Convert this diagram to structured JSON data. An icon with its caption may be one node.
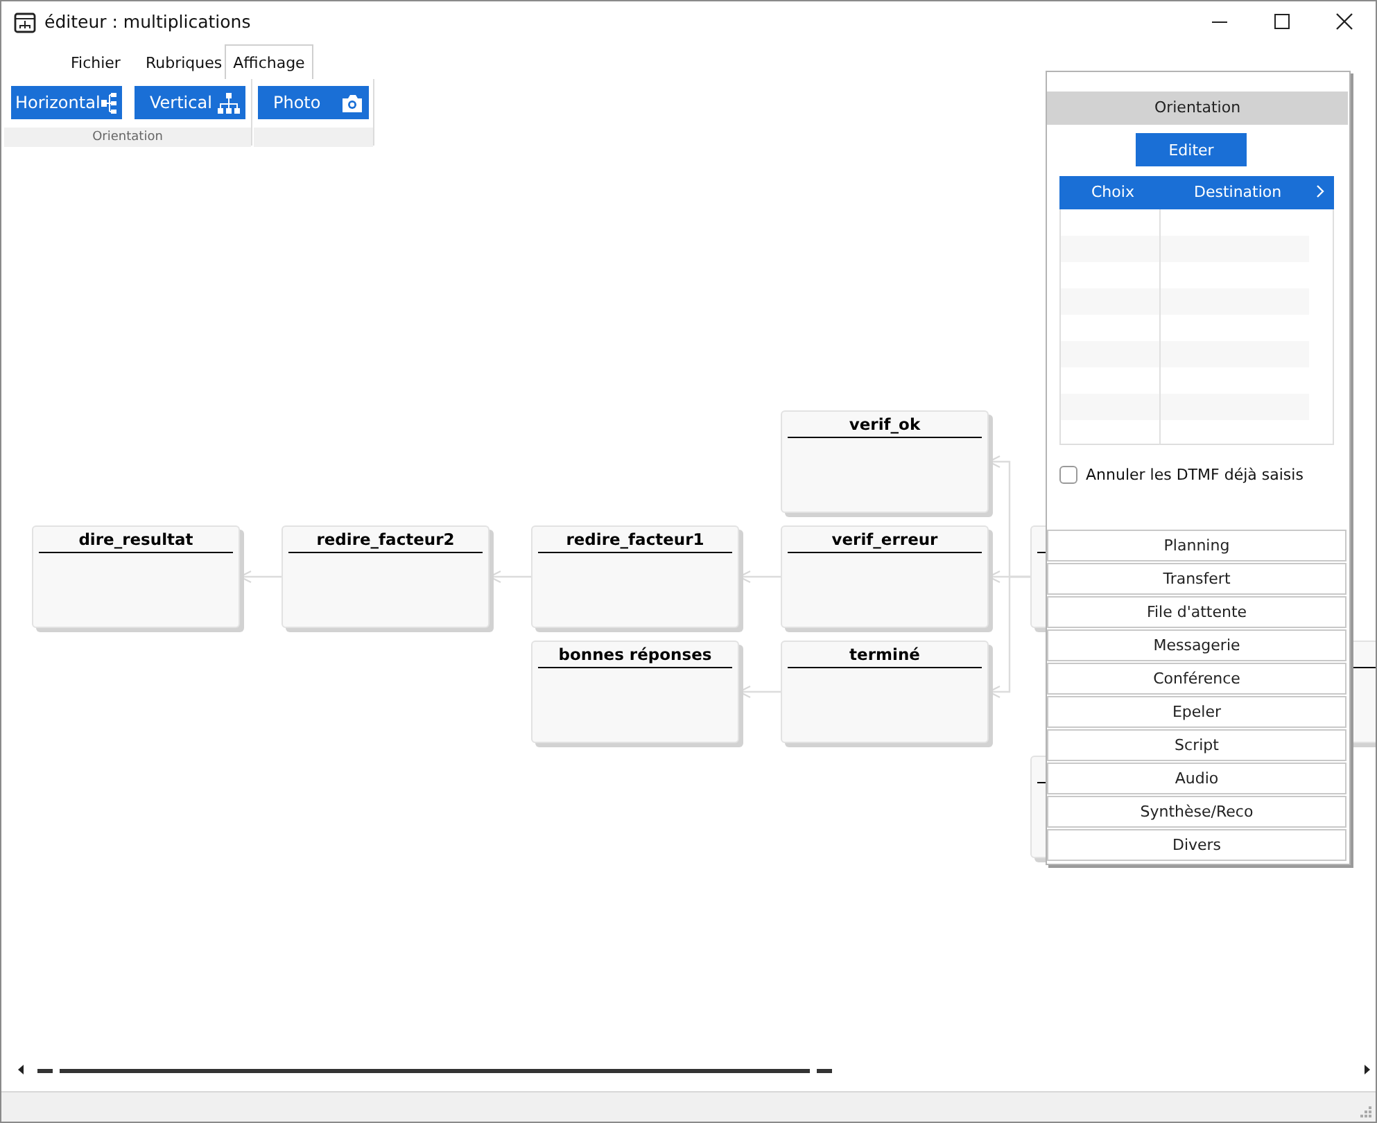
{
  "diagram": {
    "title": "éditeur : multiplications",
    "nodes": [
      {
        "text": [
          "dire_resultat"
        ]
      },
      {
        "text": [
          "redire_facteur2"
        ]
      },
      {
        "text": [
          "redire_facteur1"
        ]
      },
      {
        "text": [
          "bonnes réponses"
        ]
      },
      {
        "text": [
          "verif_ok"
        ]
      },
      {
        "text": [
          "verif_erreur"
        ]
      },
      {
        "text": [
          "terminé"
        ]
      },
      {
        "text": [],
        "shape": "box"
      },
      {
        "text": [],
        "shape": "box"
      },
      {
        "text": [],
        "shape": "box"
      }
    ],
    "edges": [
      {
        "from": 7,
        "to": 4,
        "arrow": "to"
      },
      {
        "from": 7,
        "to": 5,
        "arrow": "to"
      },
      {
        "from": 7,
        "to": 6,
        "arrow": "to"
      },
      {
        "from": 5,
        "to": 2,
        "arrow": "to"
      },
      {
        "from": 6,
        "to": 3,
        "arrow": "to"
      },
      {
        "from": 2,
        "to": 1,
        "arrow": "to"
      },
      {
        "from": 1,
        "to": 0,
        "arrow": "to"
      }
    ],
    "labels": [
      "Fichier",
      "Rubriques",
      "Affichage",
      "Horizontal",
      "Vertical",
      "Photo",
      "Orientation",
      "Orientation",
      "Editer",
      "Choix",
      "Destination",
      "Annuler les DTMF déjà saisis",
      "Planning",
      "Transfert",
      "File d'attente",
      "Messagerie",
      "Conférence",
      "Epeler",
      "Script",
      "Audio",
      "Synthèse/Reco",
      "Divers"
    ]
  }
}
